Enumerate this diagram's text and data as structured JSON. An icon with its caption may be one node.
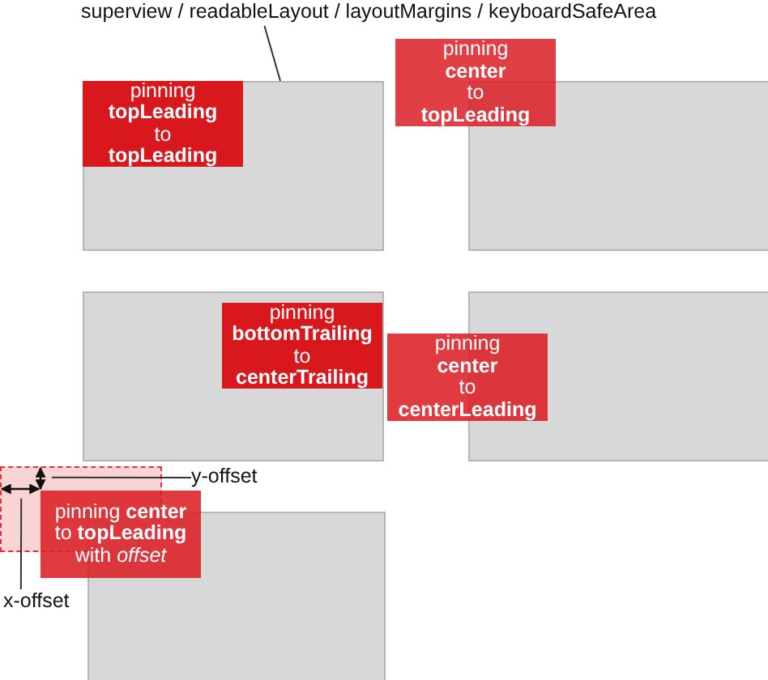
{
  "diagram": {
    "nodes": [
      {
        "text": [
          "superview / readableLayout / layoutMargins / keyboardSafeArea"
        ]
      },
      {
        "text": [],
        "shape": "box"
      },
      {
        "text": [
          "pinning **topLeading** to **topLeading**"
        ],
        "in": 1
      },
      {
        "text": [
          "pinning **center** to **topLeading**"
        ]
      },
      {
        "text": [],
        "shape": "box"
      },
      {
        "text": [],
        "shape": "box"
      },
      {
        "text": [
          "pinning **bottomTrailing** to **centerTrailing**"
        ],
        "in": 5
      },
      {
        "text": [
          "pinning **center** to **centerLeading**"
        ]
      },
      {
        "text": [],
        "shape": "box"
      },
      {
        "text": [
          "y-offset"
        ]
      },
      {
        "text": [
          "pinning **center** to **topLeading** with *offset*"
        ]
      },
      {
        "text": [
          "x-offset"
        ]
      },
      {
        "text": [],
        "shape": "box"
      }
    ],
    "edges": [
      {
        "from": 0,
        "to": 1,
        "arrow": "none"
      },
      {
        "from": 9,
        "to": 10,
        "arrow": "none"
      },
      {
        "from": 11,
        "to": 10,
        "arrow": "none"
      }
    ]
  }
}
